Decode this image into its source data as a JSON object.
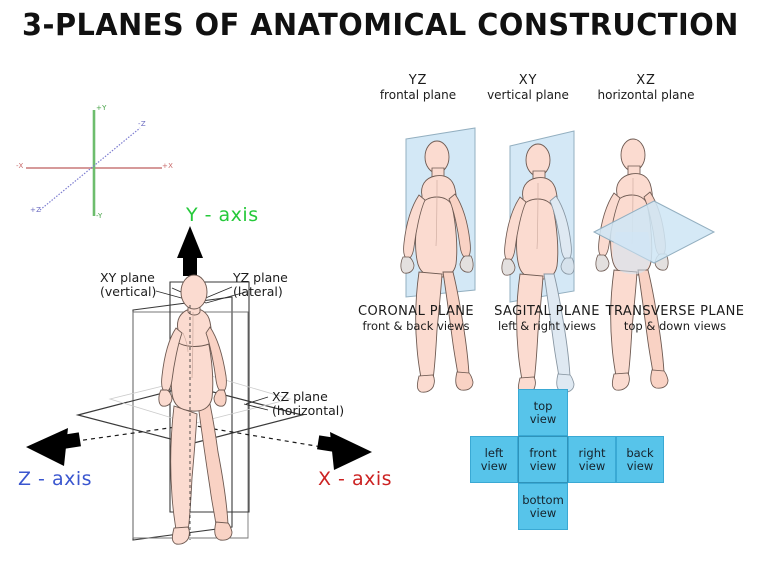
{
  "page": {
    "title": "3-PLANES OF ANATOMICAL CONSTRUCTION",
    "background": "#ffffff"
  },
  "axis_key": {
    "labels": {
      "plus_y": "+Y",
      "minus_y": "-Y",
      "plus_x": "+X",
      "minus_x": "-X",
      "plus_z": "+Z",
      "minus_z": "-Z"
    },
    "colors": {
      "y_axis": "#46a246",
      "x_axis": "#c96a6a",
      "z_axis": "#6b6bc0"
    }
  },
  "main_figure": {
    "axes": [
      {
        "name": "y-axis",
        "label": "Y - axis",
        "color": "#25c93a",
        "direction": "up"
      },
      {
        "name": "x-axis",
        "label": "X - axis",
        "color": "#cc2222",
        "direction": "right"
      },
      {
        "name": "z-axis",
        "label": "Z - axis",
        "color": "#3a56cf",
        "direction": "left"
      }
    ],
    "plane_callouts": [
      {
        "name": "xy-plane",
        "code": "XY plane",
        "descriptor": "(vertical)"
      },
      {
        "name": "yz-plane",
        "code": "YZ plane",
        "descriptor": "(lateral)"
      },
      {
        "name": "xz-plane",
        "code": "XZ plane",
        "descriptor": "(horizontal)"
      }
    ]
  },
  "plane_figures": [
    {
      "name": "coronal",
      "code": "YZ",
      "code_sub": "frontal plane",
      "title": "CORONAL PLANE",
      "subtitle": "front & back views",
      "plane_orientation": "frontal-vertical"
    },
    {
      "name": "sagital",
      "code": "XY",
      "code_sub": "vertical plane",
      "title": "SAGITAL PLANE",
      "subtitle": "left & right views",
      "plane_orientation": "sagittal-vertical"
    },
    {
      "name": "transverse",
      "code": "XZ",
      "code_sub": "horizontal plane",
      "title": "TRANSVERSE PLANE",
      "subtitle": "top & down views",
      "plane_orientation": "horizontal"
    }
  ],
  "cube_net": {
    "fill_color": "#57c4ea",
    "border_color": "#3aa9d4",
    "cells": {
      "top": {
        "line1": "top",
        "line2": "view"
      },
      "left": {
        "line1": "left",
        "line2": "view"
      },
      "front": {
        "line1": "front",
        "line2": "view"
      },
      "right": {
        "line1": "right",
        "line2": "view"
      },
      "back": {
        "line1": "back",
        "line2": "view"
      },
      "bottom": {
        "line1": "bottom",
        "line2": "view"
      }
    }
  },
  "colors": {
    "skin_fill": "#fbdbd0",
    "skin_shade": "#f7cfc2",
    "skin_outline": "#6e5a52",
    "plane_blue_fill": "#cfe6f5",
    "plane_blue_stroke": "#8ea9bb",
    "wire_stroke": "#3a3a3a"
  }
}
